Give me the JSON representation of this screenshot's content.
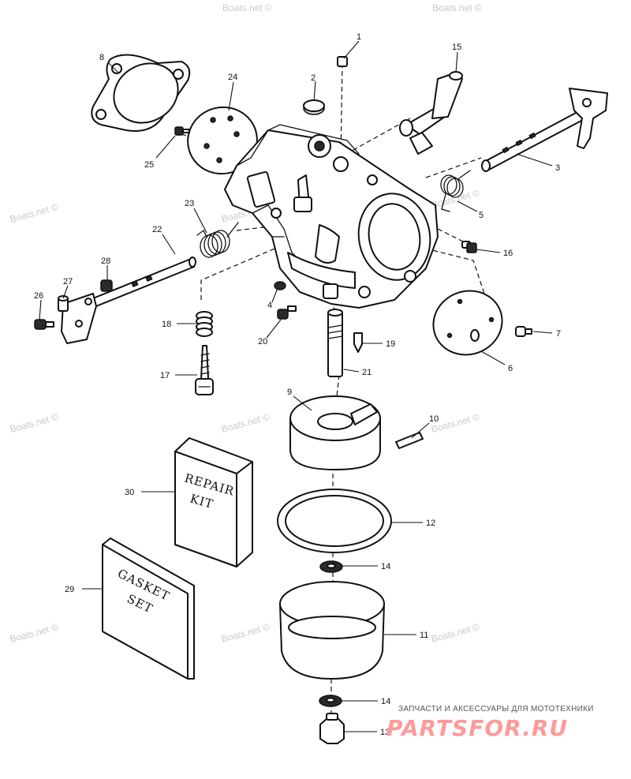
{
  "callouts": [
    {
      "id": "1",
      "label": "1"
    },
    {
      "id": "2",
      "label": "2"
    },
    {
      "id": "3",
      "label": "3"
    },
    {
      "id": "4",
      "label": "4"
    },
    {
      "id": "5",
      "label": "5"
    },
    {
      "id": "6",
      "label": "6"
    },
    {
      "id": "7",
      "label": "7"
    },
    {
      "id": "8",
      "label": "8"
    },
    {
      "id": "9",
      "label": "9"
    },
    {
      "id": "10",
      "label": "10"
    },
    {
      "id": "11",
      "label": "11"
    },
    {
      "id": "12",
      "label": "12"
    },
    {
      "id": "13",
      "label": "13"
    },
    {
      "id": "14a",
      "label": "14"
    },
    {
      "id": "14b",
      "label": "14"
    },
    {
      "id": "15",
      "label": "15"
    },
    {
      "id": "16",
      "label": "16"
    },
    {
      "id": "17",
      "label": "17"
    },
    {
      "id": "18",
      "label": "18"
    },
    {
      "id": "19",
      "label": "19"
    },
    {
      "id": "20",
      "label": "20"
    },
    {
      "id": "21",
      "label": "21"
    },
    {
      "id": "22",
      "label": "22"
    },
    {
      "id": "23",
      "label": "23"
    },
    {
      "id": "24",
      "label": "24"
    },
    {
      "id": "25",
      "label": "25"
    },
    {
      "id": "26",
      "label": "26"
    },
    {
      "id": "27",
      "label": "27"
    },
    {
      "id": "28",
      "label": "28"
    },
    {
      "id": "29",
      "label": "29"
    },
    {
      "id": "30",
      "label": "30"
    }
  ],
  "repair_kit": {
    "line1": "REPAIR",
    "line2": "KIT"
  },
  "gasket_set": {
    "line1": "GASKET",
    "line2": "SET"
  },
  "watermark_text": "Boats.net ©",
  "branding": {
    "caption": "ЗАПЧАСТИ И АКСЕССУАРЫ ДЛЯ МОТОТЕХНИКИ",
    "logo": "PARTSFOR.RU"
  }
}
